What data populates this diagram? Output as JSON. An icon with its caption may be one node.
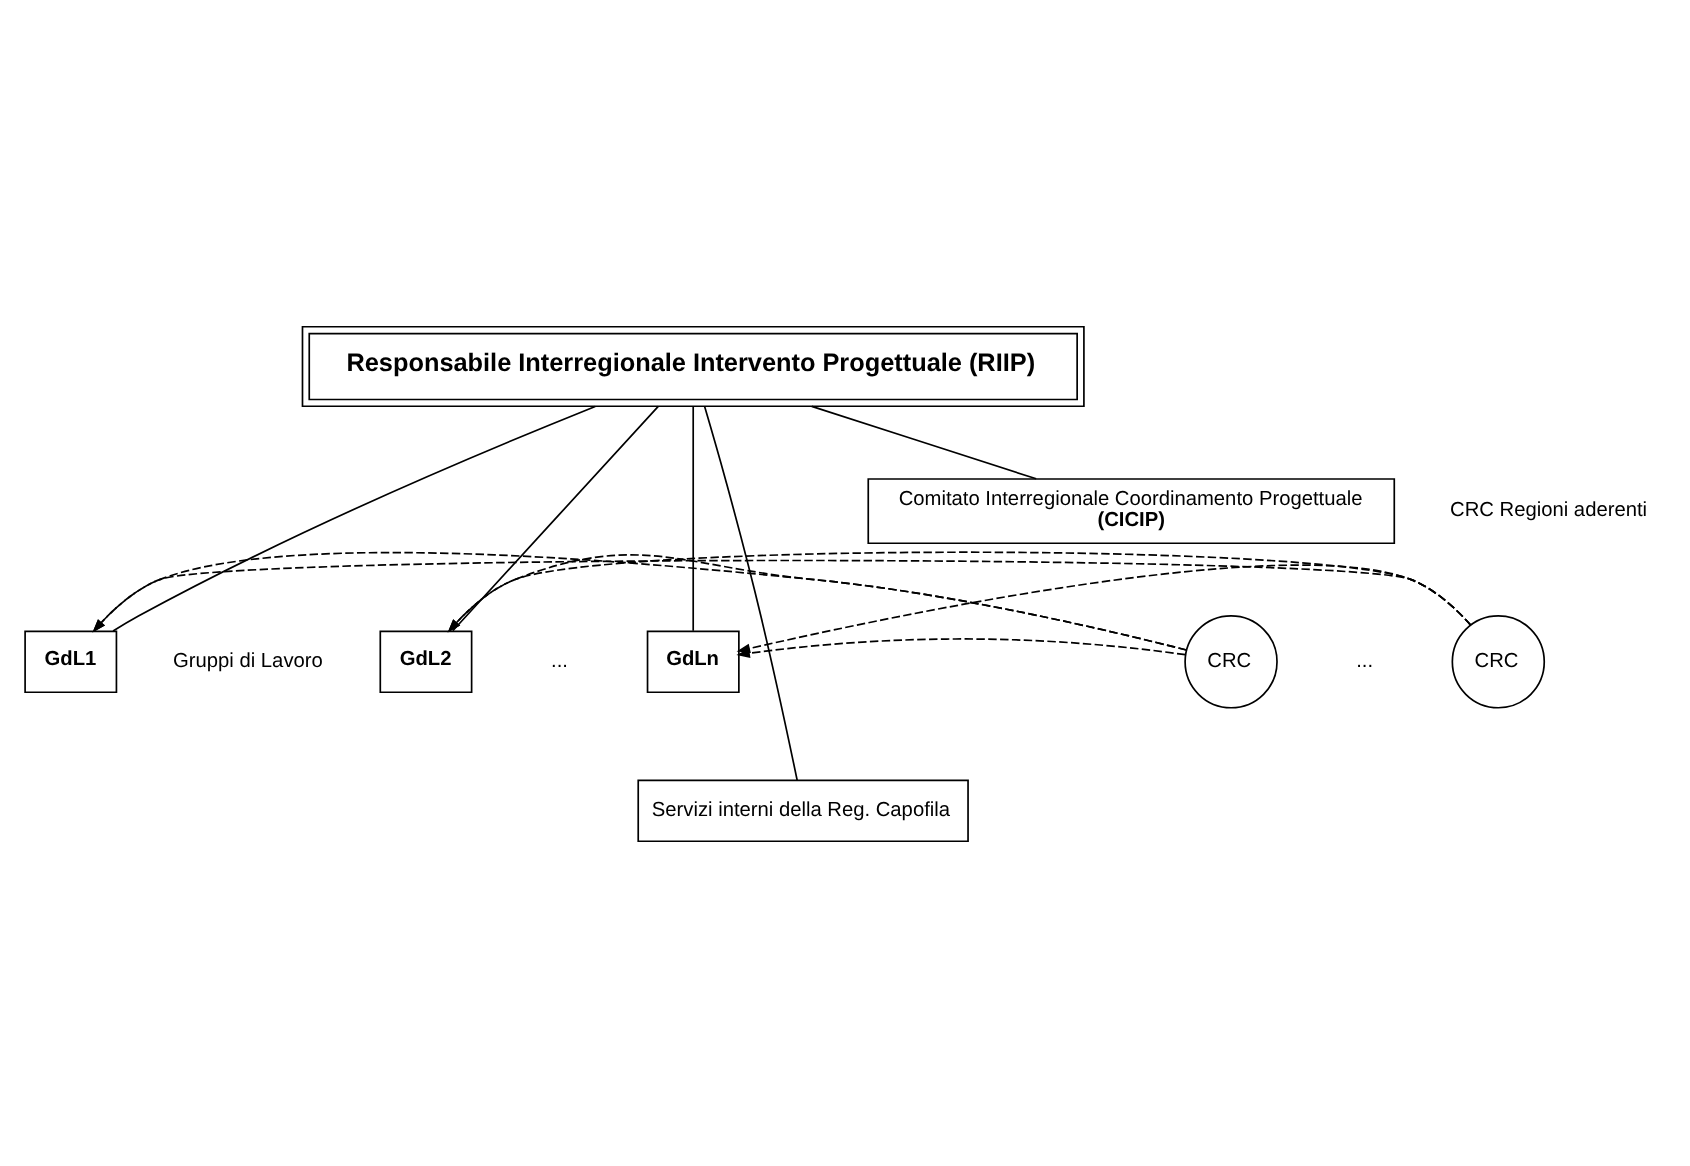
{
  "diagram": {
    "nodes": [
      {
        "text": [
          "Responsabile Interregionale Intervento Progettuale (RIIP)"
        ]
      },
      {
        "text": [
          "Comitato Interregionale Coordinamento Progettuale",
          "(CICIP)"
        ]
      },
      {
        "text": [
          "GdL1"
        ]
      },
      {
        "text": [
          "GdL2"
        ]
      },
      {
        "text": [
          "GdLn"
        ]
      },
      {
        "text": [
          "CRC"
        ]
      },
      {
        "text": [
          "CRC"
        ]
      },
      {
        "text": [
          "Servizi interni della Reg. Capofila"
        ]
      }
    ],
    "edges": [
      {
        "from": 0,
        "to": 1,
        "arrow": "none"
      },
      {
        "from": 0,
        "to": 2,
        "arrow": "none"
      },
      {
        "from": 0,
        "to": 3,
        "arrow": "none"
      },
      {
        "from": 0,
        "to": 4,
        "arrow": "none"
      },
      {
        "from": 0,
        "to": 7,
        "arrow": "none"
      },
      {
        "from": 5,
        "to": 2,
        "arrow": "to",
        "style": "dashed"
      },
      {
        "from": 5,
        "to": 3,
        "arrow": "to",
        "style": "dashed"
      },
      {
        "from": 5,
        "to": 4,
        "arrow": "to",
        "style": "dashed"
      },
      {
        "from": 6,
        "to": 2,
        "arrow": "to",
        "style": "dashed"
      },
      {
        "from": 6,
        "to": 3,
        "arrow": "to",
        "style": "dashed"
      },
      {
        "from": 6,
        "to": 4,
        "arrow": "to",
        "style": "dashed"
      }
    ],
    "labels": [
      "CRC Regioni aderenti",
      "Gruppi di Lavoro",
      "...",
      "..."
    ]
  }
}
